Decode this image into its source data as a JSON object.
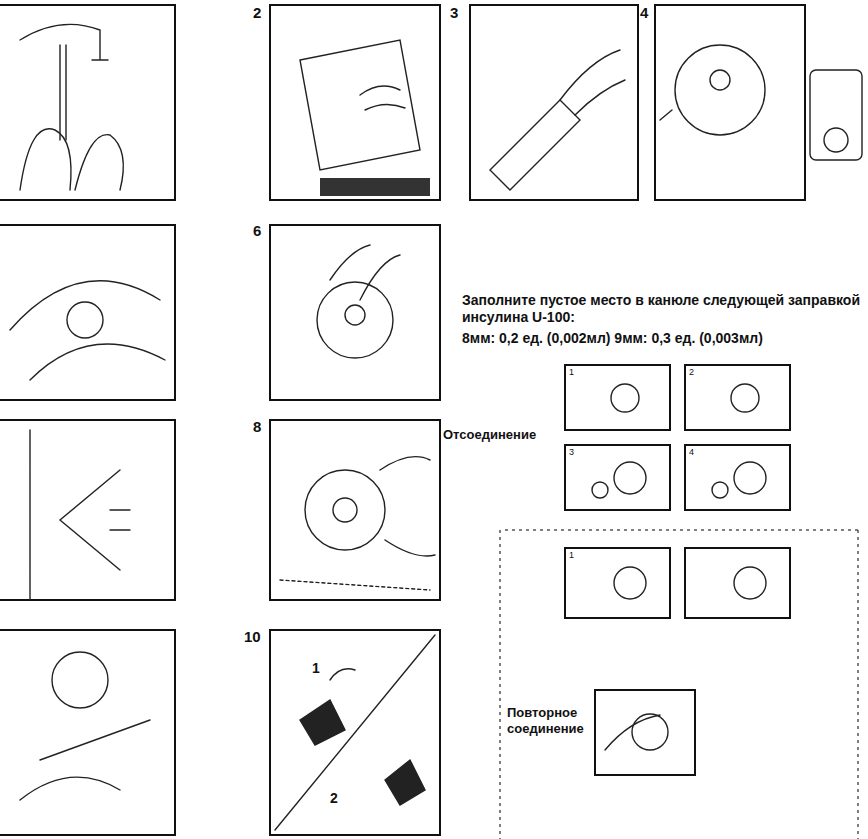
{
  "diagram": {
    "labels": [
      "2",
      "3",
      "4",
      "6",
      "8",
      "10",
      "1",
      "2",
      "Заполните пустое место в канюле следующей заправкой инсулина U-100:",
      "8мм: 0,2 ед. (0,002мл) 9мм: 0,3 ед. (0,003мл)",
      "Отсоединение",
      "1",
      "2",
      "3",
      "4",
      "1",
      "Повторное соединение"
    ]
  }
}
